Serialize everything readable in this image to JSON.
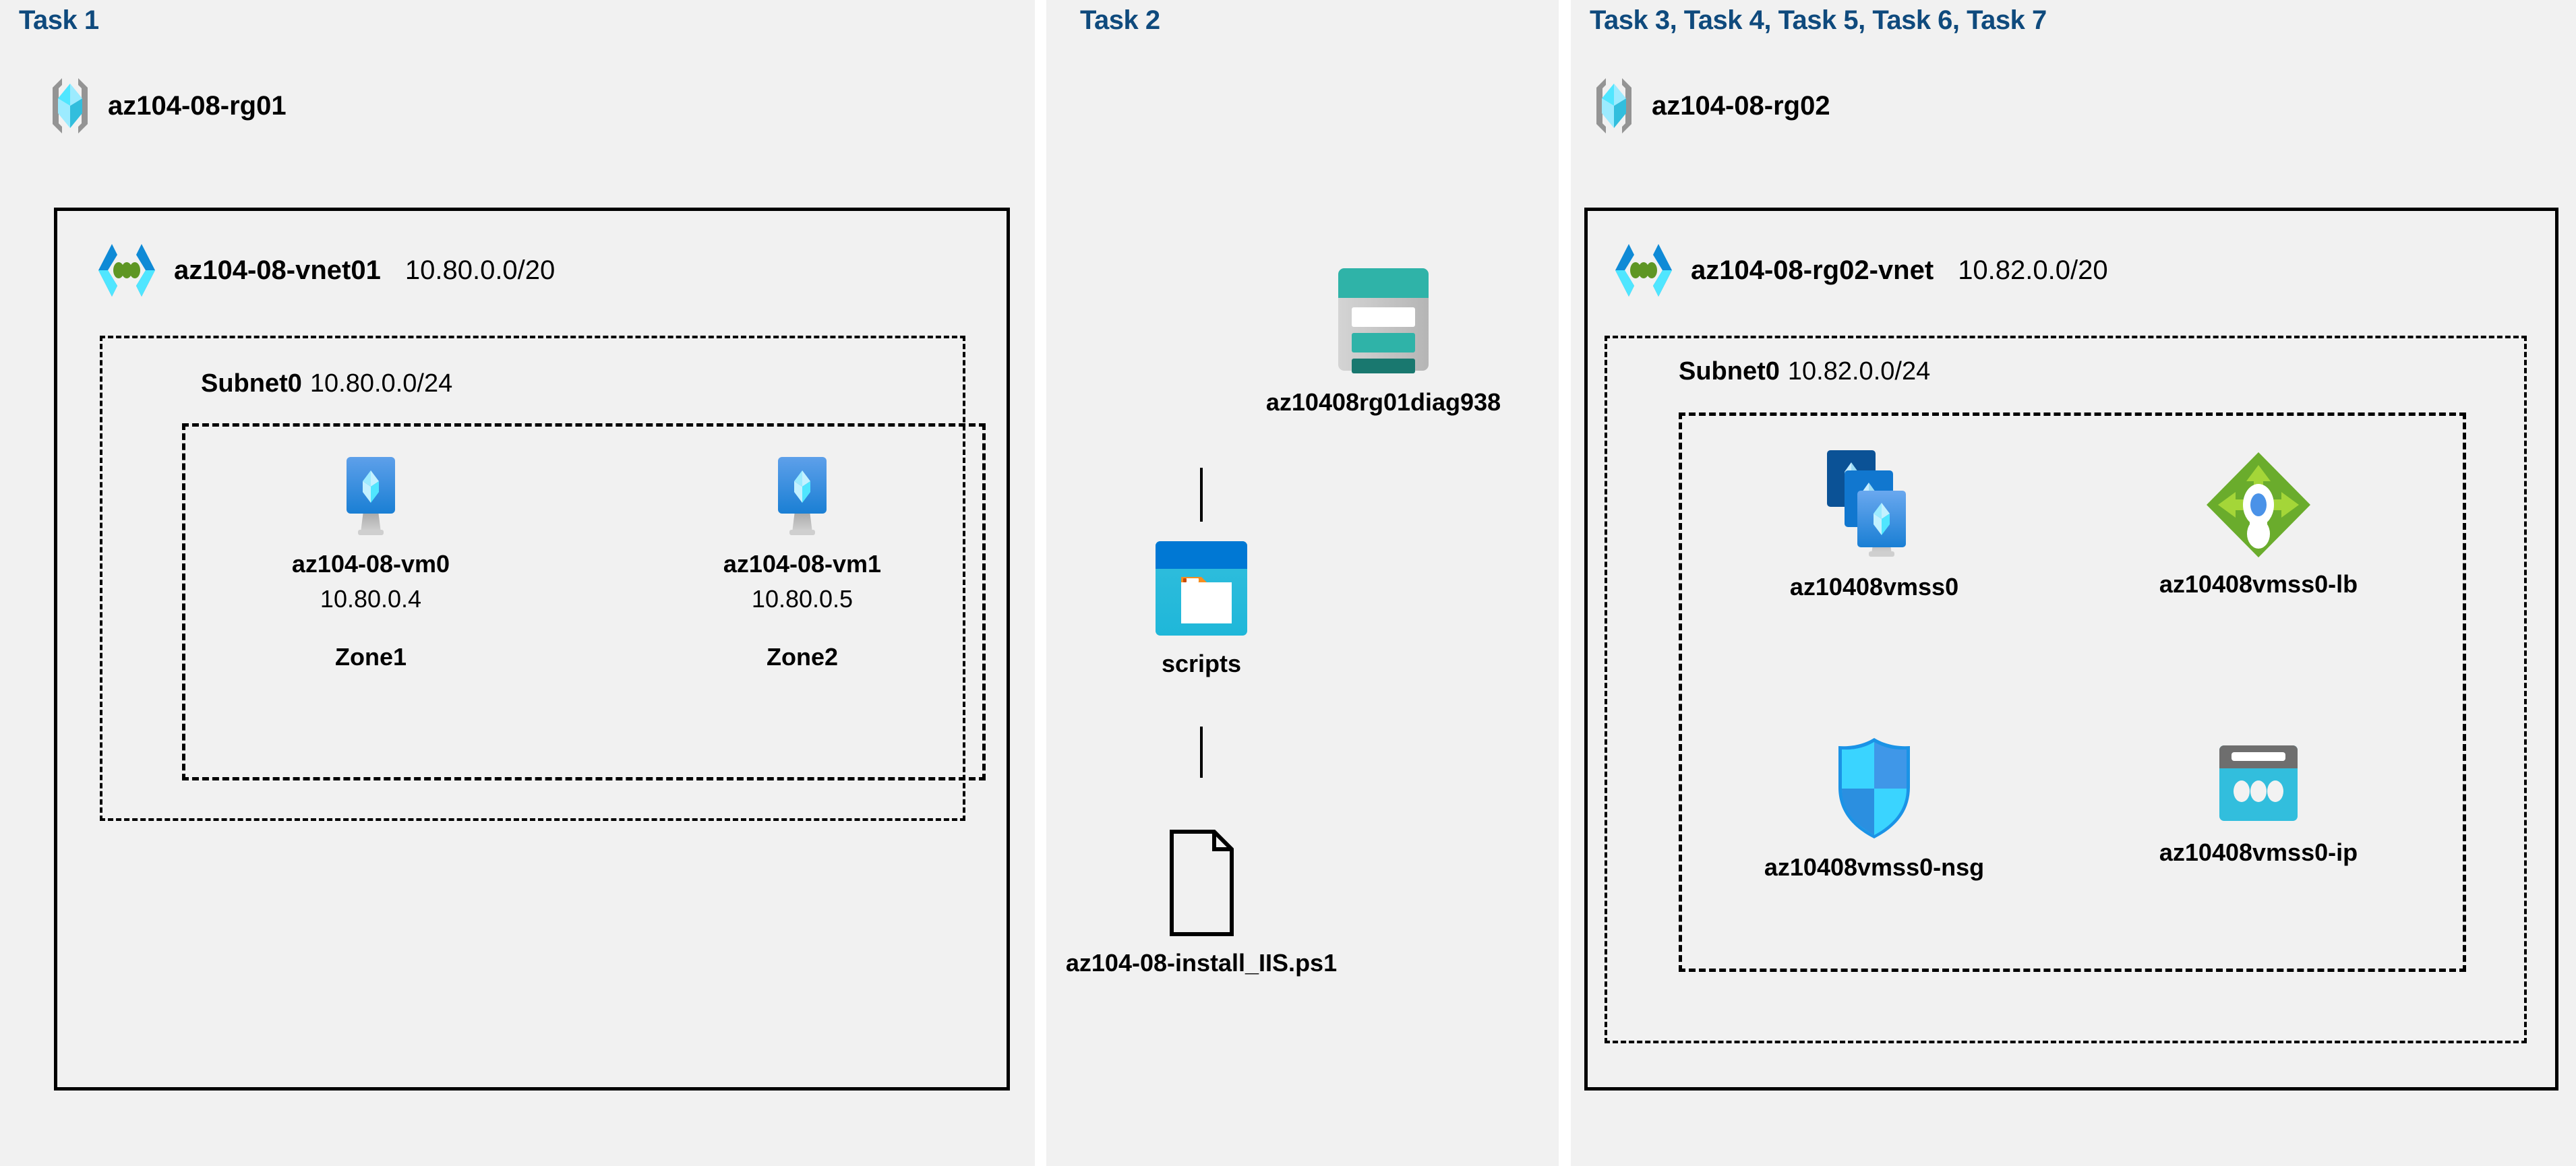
{
  "colors": {
    "task_title": "#0f4a7d",
    "panel_bg": "#f1f1f1",
    "page_bg": "#ffffff",
    "box_border": "#000000",
    "vnet_blue_dark": "#0078d4",
    "vnet_blue_light": "#50e6ff",
    "vnet_green_dot": "#5e9624",
    "vm_screen_blue": "#3f8fe0",
    "storage_teal": "#2fb3a8",
    "storage_teal_dark": "#19786f",
    "container_blue": "#0078d4",
    "container_cyan": "#32bedd",
    "container_orange": "#f78d1e",
    "lb_green": "#6aac2c",
    "lb_green_light": "#a4d638",
    "nsg_cyan": "#32bedd",
    "nsg_blue": "#2b8fe0",
    "ip_gray": "#6e6e6e",
    "ip_cyan": "#32bedd"
  },
  "panels": [
    {
      "id": "task1",
      "title": "Task 1"
    },
    {
      "id": "task2",
      "title": "Task 2"
    },
    {
      "id": "task3",
      "title": "Task 3, Task 4, Task 5, Task 6, Task 7"
    }
  ],
  "task1": {
    "title": "Task 1",
    "resource_group": {
      "name": "az104-08-rg01",
      "icon": "resource-group-icon"
    },
    "vnet": {
      "name": "az104-08-vnet01",
      "cidr": "10.80.0.0/20",
      "icon": "virtual-network-icon"
    },
    "subnet": {
      "name": "Subnet0",
      "cidr": "10.80.0.0/24"
    },
    "vms": [
      {
        "name": "az104-08-vm0",
        "ip": "10.80.0.4",
        "zone": "Zone1",
        "icon": "virtual-machine-icon"
      },
      {
        "name": "az104-08-vm1",
        "ip": "10.80.0.5",
        "zone": "Zone2",
        "icon": "virtual-machine-icon"
      }
    ]
  },
  "task2": {
    "title": "Task 2",
    "storage_account": {
      "name": "az10408rg01diag938",
      "icon": "storage-account-icon"
    },
    "container": {
      "name": "scripts",
      "icon": "blob-container-icon"
    },
    "script_file": {
      "name": "az104-08-install_IIS.ps1",
      "icon": "file-icon"
    }
  },
  "task3": {
    "title": "Task 3, Task 4, Task 5, Task 6, Task 7",
    "resource_group": {
      "name": "az104-08-rg02",
      "icon": "resource-group-icon"
    },
    "vnet": {
      "name": "az104-08-rg02-vnet",
      "cidr": "10.82.0.0/20",
      "icon": "virtual-network-icon"
    },
    "subnet": {
      "name": "Subnet0",
      "cidr": "10.82.0.0/24"
    },
    "resources": [
      {
        "name": "az10408vmss0",
        "icon": "vm-scale-set-icon"
      },
      {
        "name": "az10408vmss0-lb",
        "icon": "load-balancer-icon"
      },
      {
        "name": "az10408vmss0-nsg",
        "icon": "network-security-group-icon"
      },
      {
        "name": "az10408vmss0-ip",
        "icon": "public-ip-address-icon"
      }
    ]
  }
}
